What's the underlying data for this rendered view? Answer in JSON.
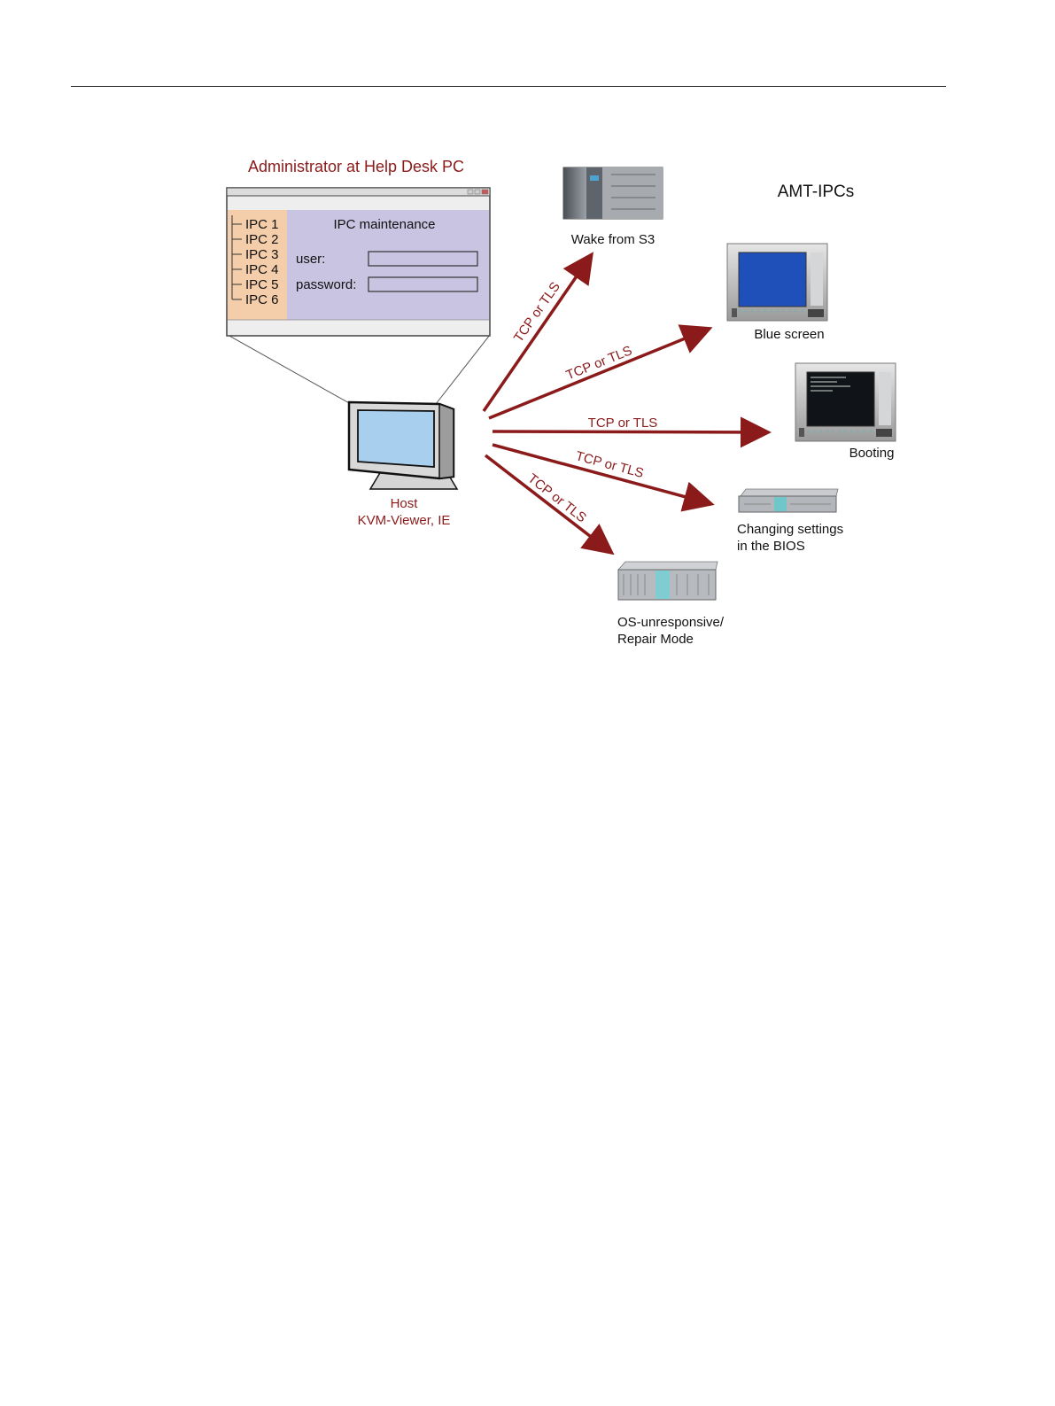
{
  "admin_title": "Administrator at Help Desk PC",
  "group_title": "AMT-IPCs",
  "window": {
    "heading": "IPC maintenance",
    "tree": [
      "IPC 1",
      "IPC 2",
      "IPC 3",
      "IPC 4",
      "IPC 5",
      "IPC 6"
    ],
    "user_label": "user:",
    "password_label": "password:"
  },
  "host": {
    "line1": "Host",
    "line2": "KVM-Viewer, IE"
  },
  "connection_label": "TCP or TLS",
  "devices": {
    "wake": "Wake from S3",
    "blue": "Blue screen",
    "booting": "Booting",
    "bios_line1": "Changing settings",
    "bios_line2": "in the BIOS",
    "os_line1": "OS-unresponsive/",
    "os_line2": "Repair Mode"
  },
  "colors": {
    "accent": "#8b1a1a",
    "panel": "#c8c4e2",
    "tree_bg": "#f4cdaa",
    "screen": "#a9cfee",
    "blue_screen": "#1f4fb8"
  }
}
